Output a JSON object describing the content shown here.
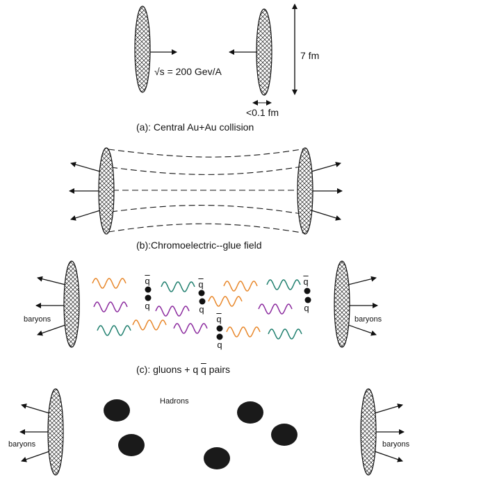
{
  "panel_a": {
    "energy_sqrt": "√s",
    "energy_rest": " = 200 Gev/A",
    "size_label": "7 fm",
    "thickness_label": "<0.1 fm",
    "caption": "(a): Central Au+Au collision"
  },
  "panel_b": {
    "caption": "(b):Chromoelectric--glue field"
  },
  "panel_c": {
    "baryons_left": "baryons",
    "baryons_right": "baryons",
    "q": "q",
    "qbar": "q",
    "caption_prefix": "(c): gluons + q ",
    "caption_qbar": "q",
    "caption_suffix": " pairs"
  },
  "panel_d": {
    "hadrons_label": "Hadrons",
    "baryons_left": "baryons",
    "baryons_right": "baryons"
  },
  "colors": {
    "gluon_orange": "#e8872a",
    "gluon_purple": "#8b2a9e",
    "gluon_teal": "#1f7f6e",
    "ink": "#111111"
  }
}
